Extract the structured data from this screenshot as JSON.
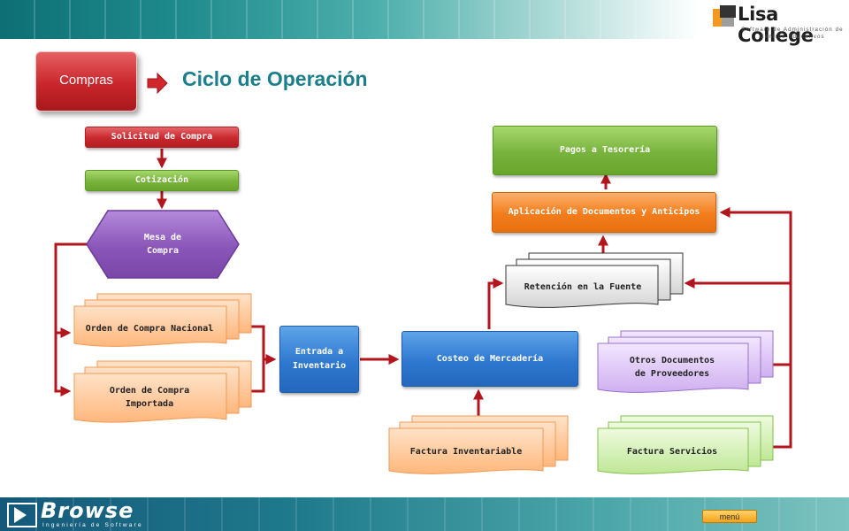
{
  "header": {
    "logo_name": "Lisa College",
    "logo_tagline": "Software de Administración de Centros Educativos"
  },
  "section_button": "Compras",
  "page_title": "Ciclo de Operación",
  "nodes": {
    "solicitud": "Solicitud de Compra",
    "cotizacion": "Cotización",
    "mesa": [
      "Mesa de",
      "Compra"
    ],
    "orden_nacional": "Orden de Compra Nacional",
    "orden_importada": [
      "Orden de Compra",
      "Importada"
    ],
    "entrada": [
      "Entrada a",
      "Inventario"
    ],
    "costeo": "Costeo de Mercadería",
    "factura_inventariable": "Factura Inventariable",
    "retencion": "Retención en la Fuente",
    "aplicacion": "Aplicación de Documentos y Anticipos",
    "pagos": "Pagos a Tesorería",
    "otros_docs": [
      "Otros Documentos",
      "de Proveedores"
    ],
    "factura_servicios": "Factura Servicios"
  },
  "footer": {
    "logo_name": "Browse",
    "logo_tagline": "Ingeniería de Software",
    "menu_label": "menú"
  },
  "colors": {
    "red": "#c9282d",
    "green": "#78b33d",
    "orange": "#f27d1c",
    "blue": "#2f78cf",
    "purple": "#8a55b8",
    "title": "#1a7f8a",
    "connector": "#b3151c"
  }
}
